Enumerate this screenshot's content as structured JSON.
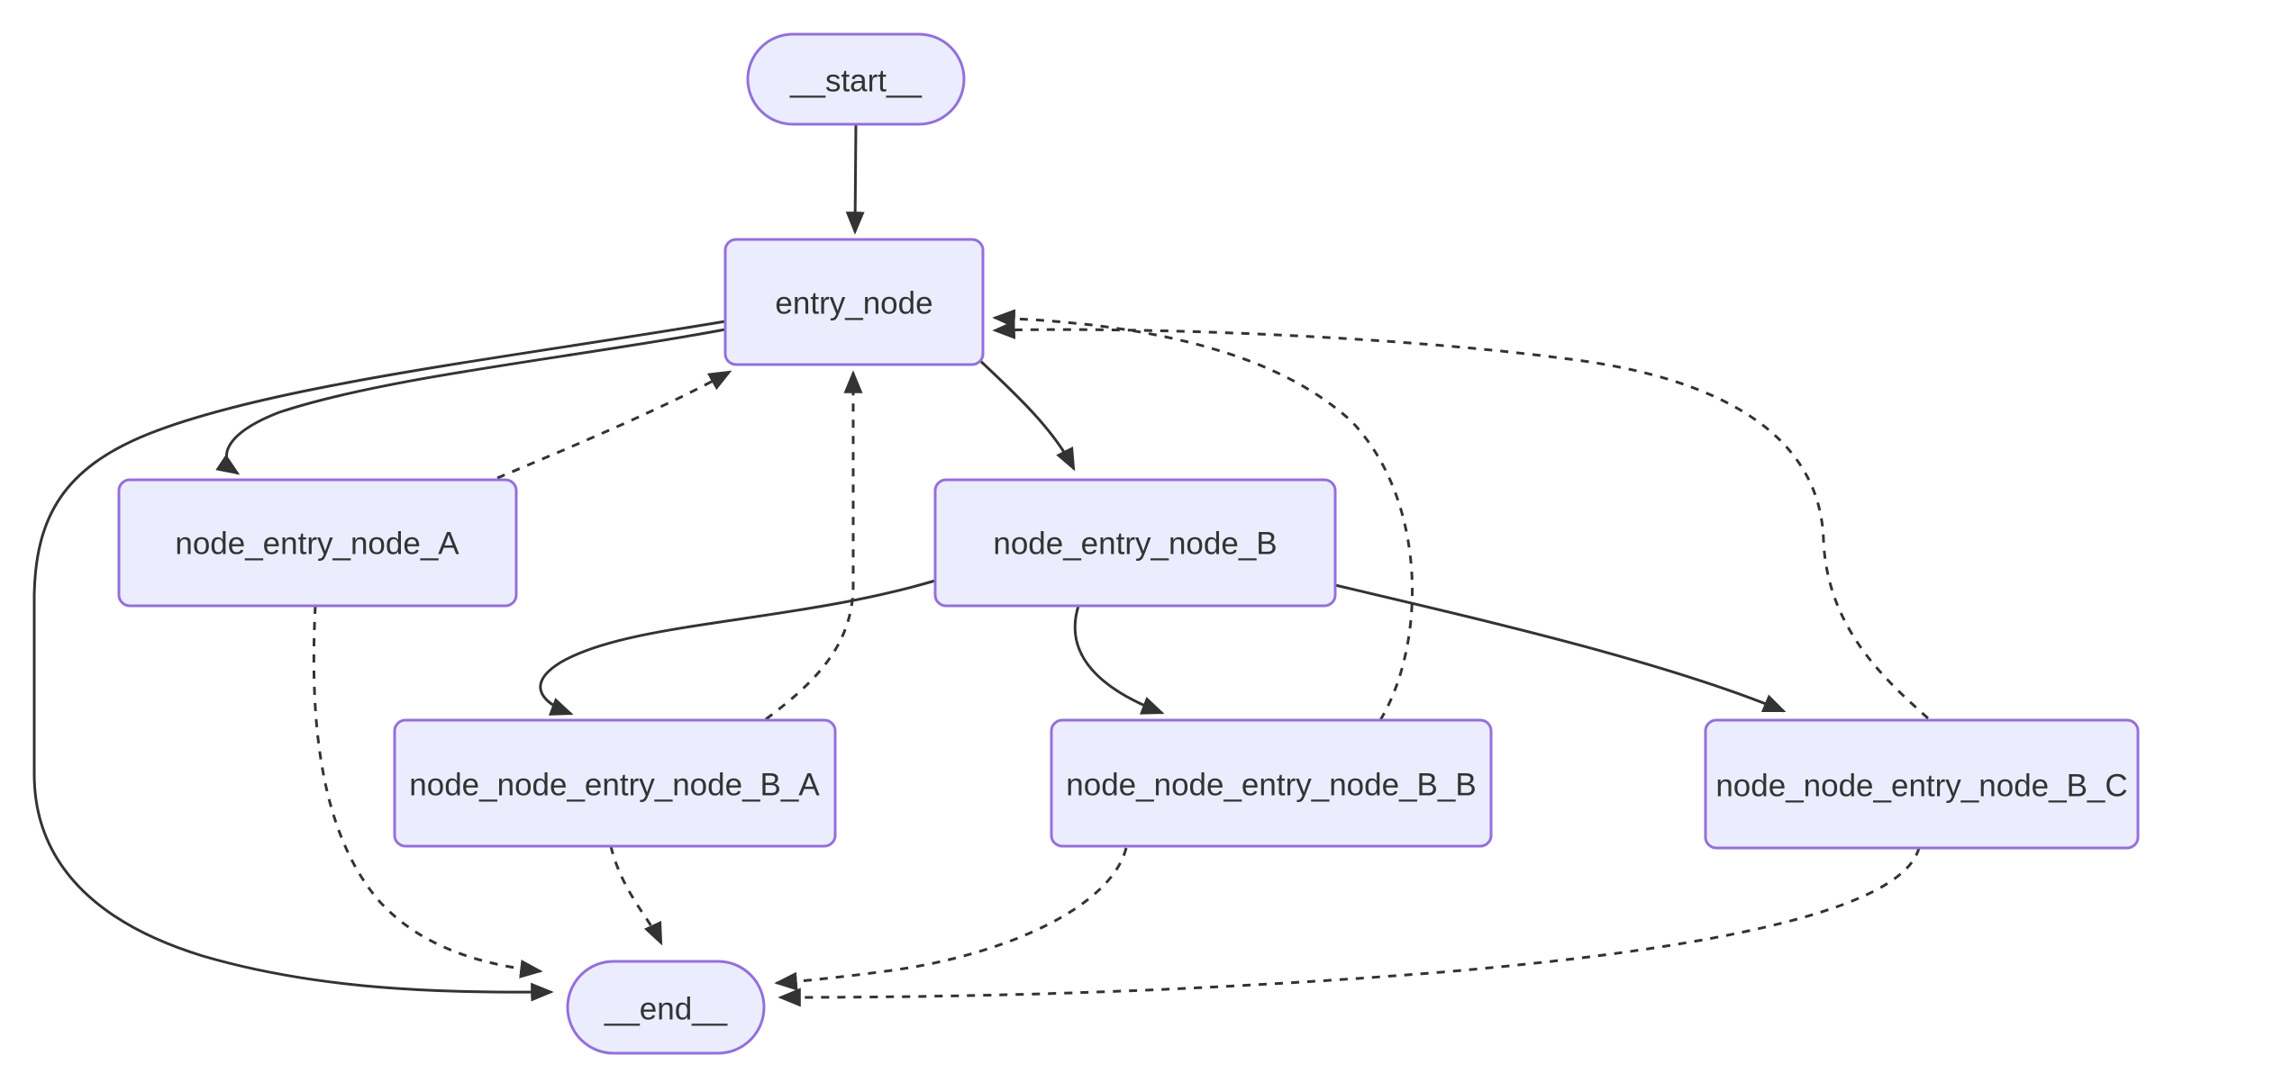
{
  "diagram_type": "state-graph",
  "colors": {
    "node_fill": "#ECECFF",
    "node_stroke": "#9370DB",
    "edge_color": "#333333",
    "text_color": "#333333",
    "background": "#FFFFFF"
  },
  "graph": {
    "nodes": [
      {
        "id": "__start__",
        "label": "__start__",
        "shape": "stadium"
      },
      {
        "id": "entry_node",
        "label": "entry_node",
        "shape": "rect"
      },
      {
        "id": "node_entry_node_A",
        "label": "node_entry_node_A",
        "shape": "rect"
      },
      {
        "id": "node_entry_node_B",
        "label": "node_entry_node_B",
        "shape": "rect"
      },
      {
        "id": "node_node_entry_node_B_A",
        "label": "node_node_entry_node_B_A",
        "shape": "rect"
      },
      {
        "id": "node_node_entry_node_B_B",
        "label": "node_node_entry_node_B_B",
        "shape": "rect"
      },
      {
        "id": "node_node_entry_node_B_C",
        "label": "node_node_entry_node_B_C",
        "shape": "rect"
      },
      {
        "id": "__end__",
        "label": "__end__",
        "shape": "stadium"
      }
    ],
    "edges": [
      {
        "from": "__start__",
        "to": "entry_node",
        "style": "solid"
      },
      {
        "from": "entry_node",
        "to": "node_entry_node_A",
        "style": "solid"
      },
      {
        "from": "entry_node",
        "to": "node_entry_node_B",
        "style": "solid"
      },
      {
        "from": "entry_node",
        "to": "__end__",
        "style": "solid"
      },
      {
        "from": "node_entry_node_B",
        "to": "node_node_entry_node_B_A",
        "style": "solid"
      },
      {
        "from": "node_entry_node_B",
        "to": "node_node_entry_node_B_B",
        "style": "solid"
      },
      {
        "from": "node_entry_node_B",
        "to": "node_node_entry_node_B_C",
        "style": "solid"
      },
      {
        "from": "node_entry_node_A",
        "to": "entry_node",
        "style": "dashed"
      },
      {
        "from": "node_entry_node_A",
        "to": "__end__",
        "style": "dashed"
      },
      {
        "from": "node_node_entry_node_B_A",
        "to": "entry_node",
        "style": "dashed"
      },
      {
        "from": "node_node_entry_node_B_A",
        "to": "__end__",
        "style": "dashed"
      },
      {
        "from": "node_node_entry_node_B_B",
        "to": "entry_node",
        "style": "dashed"
      },
      {
        "from": "node_node_entry_node_B_B",
        "to": "__end__",
        "style": "dashed"
      },
      {
        "from": "node_node_entry_node_B_C",
        "to": "entry_node",
        "style": "dashed"
      },
      {
        "from": "node_node_entry_node_B_C",
        "to": "__end__",
        "style": "dashed"
      }
    ]
  }
}
